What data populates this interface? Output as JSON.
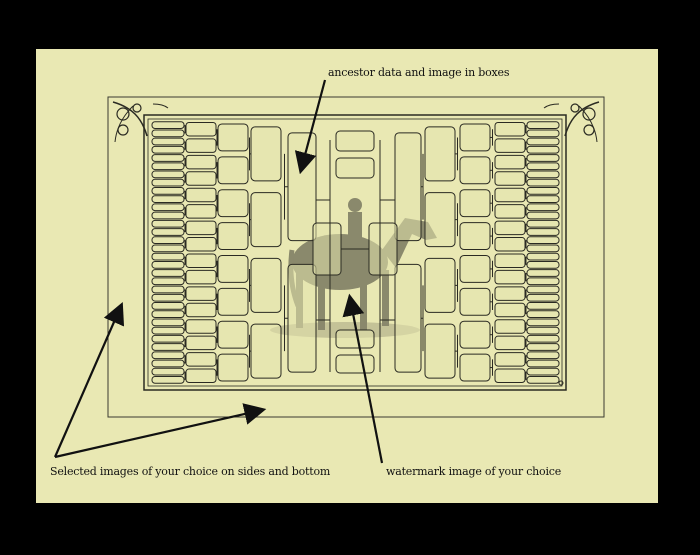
{
  "annotations": {
    "top": "ancestor data and image in boxes",
    "left": "Selected images of your choice on sides and bottom",
    "right": "watermark image of your choice"
  },
  "colors": {
    "background": "#000000",
    "paper": "#e9e8b3",
    "box_fill": "#e4e3ad",
    "line": "#2a2a22",
    "watermark": "#6b6a55"
  },
  "figure": {
    "type": "pedigree-chart-template",
    "icons": [
      "corner-ornament-icon",
      "horse-and-jockey-watermark-icon"
    ]
  }
}
